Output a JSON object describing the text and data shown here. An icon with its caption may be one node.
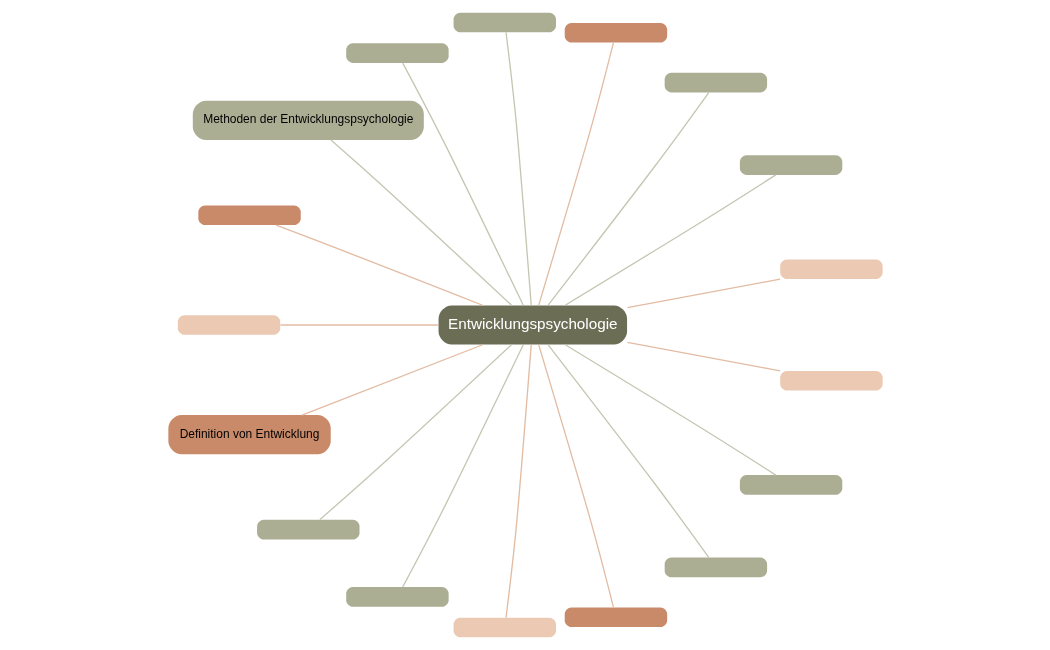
{
  "diagram": {
    "nodes": [
      {
        "text": [
          "Entwicklungspsychologie"
        ]
      },
      {
        "text": [],
        "shape": "box"
      },
      {
        "text": [],
        "shape": "box"
      },
      {
        "text": [],
        "shape": "box"
      },
      {
        "text": [],
        "shape": "box"
      },
      {
        "text": [],
        "shape": "box"
      },
      {
        "text": [],
        "shape": "box"
      },
      {
        "text": [
          "Methoden der Entwicklungspsychologie"
        ]
      },
      {
        "text": [],
        "shape": "box"
      },
      {
        "text": [],
        "shape": "box"
      },
      {
        "text": [
          "Definition von Entwicklung"
        ]
      },
      {
        "text": [],
        "shape": "box"
      },
      {
        "text": [],
        "shape": "box"
      },
      {
        "text": [],
        "shape": "box"
      },
      {
        "text": [],
        "shape": "box"
      },
      {
        "text": [],
        "shape": "box"
      },
      {
        "text": [],
        "shape": "box"
      },
      {
        "text": [],
        "shape": "box"
      }
    ],
    "edges": [
      {
        "from": 0,
        "to": 1,
        "arrow": "none"
      },
      {
        "from": 0,
        "to": 2,
        "arrow": "none",
        "color": "#c4c6b2"
      },
      {
        "from": 0,
        "to": 3,
        "arrow": "none",
        "color": "#c4c6b2"
      },
      {
        "from": 0,
        "to": 4,
        "arrow": "none"
      },
      {
        "from": 0,
        "to": 5,
        "arrow": "none",
        "color": "#c4c6b2"
      },
      {
        "from": 0,
        "to": 6,
        "arrow": "none",
        "color": "#c4c6b2"
      },
      {
        "from": 0,
        "to": 7,
        "arrow": "none",
        "color": "#c4c6b2"
      },
      {
        "from": 0,
        "to": 8,
        "arrow": "none"
      },
      {
        "from": 0,
        "to": 9,
        "arrow": "none"
      },
      {
        "from": 0,
        "to": 10,
        "arrow": "none"
      },
      {
        "from": 0,
        "to": 11,
        "arrow": "none",
        "color": "#c4c6b2"
      },
      {
        "from": 0,
        "to": 12,
        "arrow": "none",
        "color": "#c4c6b2"
      },
      {
        "from": 0,
        "to": 13,
        "arrow": "none"
      },
      {
        "from": 0,
        "to": 14,
        "arrow": "none"
      },
      {
        "from": 0,
        "to": 15,
        "arrow": "none",
        "color": "#c4c6b2"
      },
      {
        "from": 0,
        "to": 16,
        "arrow": "none",
        "color": "#c4c6b2"
      },
      {
        "from": 0,
        "to": 17,
        "arrow": "none"
      }
    ]
  }
}
